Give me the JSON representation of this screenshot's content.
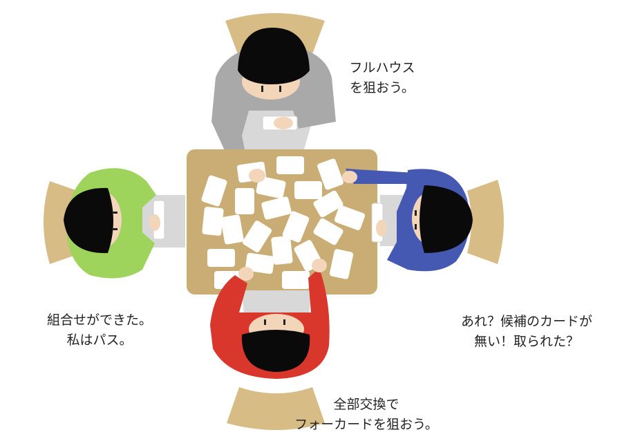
{
  "captions": {
    "top": {
      "line1": "フルハウス",
      "line2": "を狙おう。"
    },
    "left": {
      "line1": "組合せができた。",
      "line2": "私はパス。"
    },
    "right": {
      "line1": "あれ？候補のカードが",
      "line2": "無い！取られた？"
    },
    "bottom": {
      "line1": "全部交換で",
      "line2": "フォーカードを狙おう。"
    }
  },
  "players": [
    {
      "position": "top",
      "shirt_color": "#a9a9a9"
    },
    {
      "position": "left",
      "shirt_color": "#9ed35c"
    },
    {
      "position": "right",
      "shirt_color": "#4558b2"
    },
    {
      "position": "bottom",
      "shirt_color": "#d9362c"
    }
  ],
  "colors": {
    "table": "#c9ad74",
    "chair": "#d7bc85",
    "card": "#ffffff",
    "hair": "#0a0a0a",
    "skin": "#f3d6b9",
    "pants": "#d8d8d8"
  }
}
